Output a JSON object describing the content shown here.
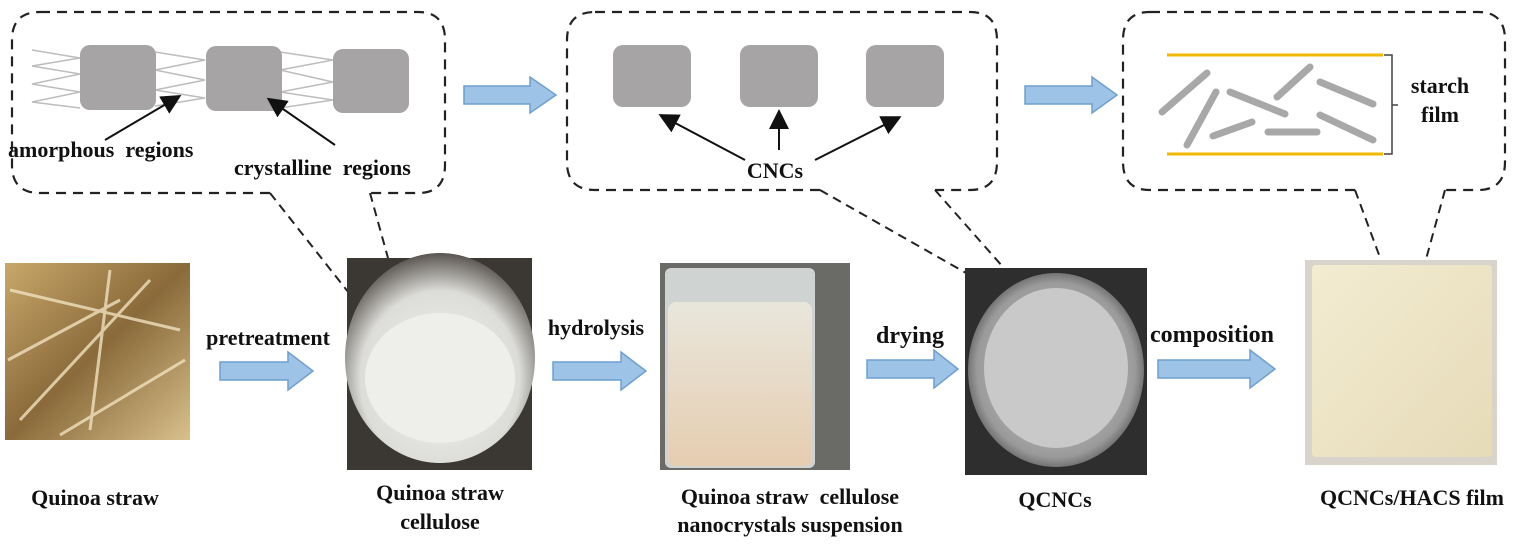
{
  "title": "Preparation of QCNCs/HACS film from quinoa straw",
  "colors": {
    "arrow_fill": "#9dc3e6",
    "film_layer": "#f2b700",
    "particle": "#a6a4a4"
  },
  "callouts": {
    "fiber": {
      "amorphous": "amorphous  regions",
      "crystalline": "crystalline  regions"
    },
    "cncs": {
      "label": "CNCs"
    },
    "film": {
      "line1": "starch",
      "line2": "film"
    }
  },
  "steps": [
    {
      "name": "Quinoa straw",
      "line1": "Quinoa straw",
      "line2": ""
    },
    {
      "name": "Quinoa straw cellulose",
      "line1": "Quinoa straw",
      "line2": "cellulose"
    },
    {
      "name": "Quinoa straw cellulose nanocrystals suspension",
      "line1": "Quinoa straw  cellulose",
      "line2": "nanocrystals suspension"
    },
    {
      "name": "QCNCs",
      "line1": "QCNCs",
      "line2": ""
    },
    {
      "name": "QCNCs/HACS film",
      "line1": "QCNCs/HACS film",
      "line2": ""
    }
  ],
  "processes": [
    "pretreatment",
    "hydrolysis",
    "drying",
    "composition"
  ]
}
